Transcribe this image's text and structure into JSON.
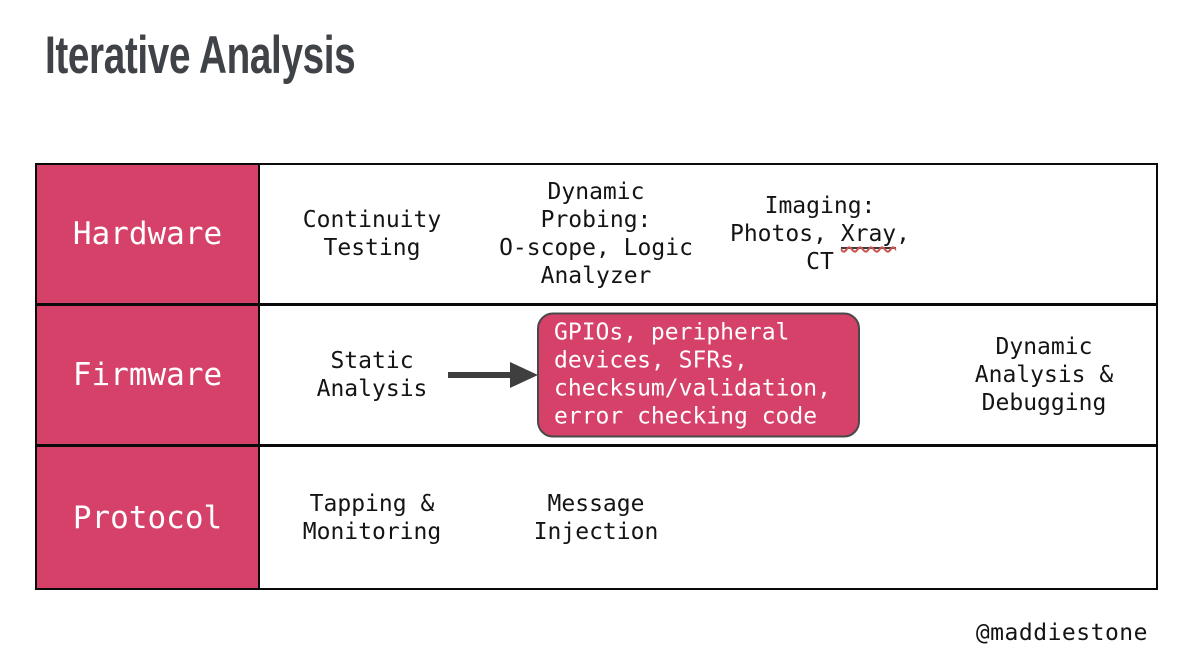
{
  "slide": {
    "title": "Iterative Analysis",
    "footer": "@maddiestone"
  },
  "colors": {
    "accent": "#d54169",
    "table_border": "#0a0a0a",
    "arrow": "#3f3f3f",
    "title_text": "#3f4347",
    "spellcheck_squiggle": "#c9534e",
    "label_text": "#ffffff",
    "callout_text": "#ffffff",
    "body_text": "#141414"
  },
  "table": {
    "rows": [
      {
        "label": "Hardware",
        "continuity": "Continuity\nTesting",
        "dynamic_probing": "Dynamic\nProbing:\nO-scope, Logic\nAnalyzer",
        "imaging_pre": "Imaging:\nPhotos, ",
        "imaging_xray": "Xray",
        "imaging_post": ",\nCT"
      },
      {
        "label": "Firmware",
        "static_analysis": "Static\nAnalysis",
        "callout": "GPIOs, peripheral\ndevices, SFRs,\nchecksum/validation,\nerror checking code",
        "dynamic_analysis": "Dynamic\nAnalysis &\nDebugging"
      },
      {
        "label": "Protocol",
        "tapping": "Tapping &\nMonitoring",
        "message_injection": "Message\nInjection"
      }
    ]
  }
}
